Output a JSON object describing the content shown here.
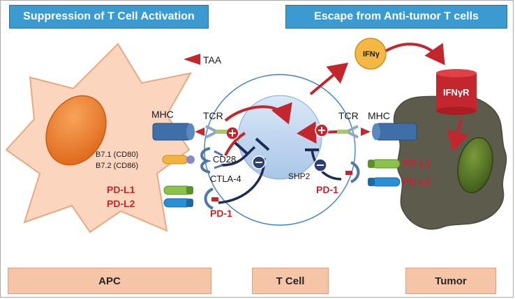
{
  "headers": {
    "left": "Suppression of T Cell Activation",
    "right": "Escape from Anti-tumor T cells"
  },
  "footer": {
    "apc": "APC",
    "tcell": "T Cell",
    "tumor": "Tumor"
  },
  "legend": {
    "taa": "TAA"
  },
  "labels": {
    "mhc_left": "MHC",
    "tcr_left": "TCR",
    "b71": "B7.1 (CD80)",
    "b72": "B7.2 (CD86)",
    "cd28": "CD28",
    "ctla4": "CTLA-4",
    "pdl1_left": "PD-L1",
    "pdl2_left": "PD-L2",
    "pd1_left": "PD-1",
    "ifng": "IFNγ",
    "ifngr": "IFNγR",
    "tcr_right": "TCR",
    "mhc_right": "MHC",
    "shp2": "SHP2",
    "pd1_right": "PD-1",
    "pdl1_right": "PD-L1",
    "pdl2_right": "PD-L2"
  },
  "colors": {
    "header_bg": "#3b9bd1",
    "footer_bg": "#f6c4a7",
    "apc_fill": "#fbd5bd",
    "tumor_fill": "#5a5a4a",
    "inhibit_red": "#c4262e",
    "inhibit_navy": "#1f2a56"
  }
}
